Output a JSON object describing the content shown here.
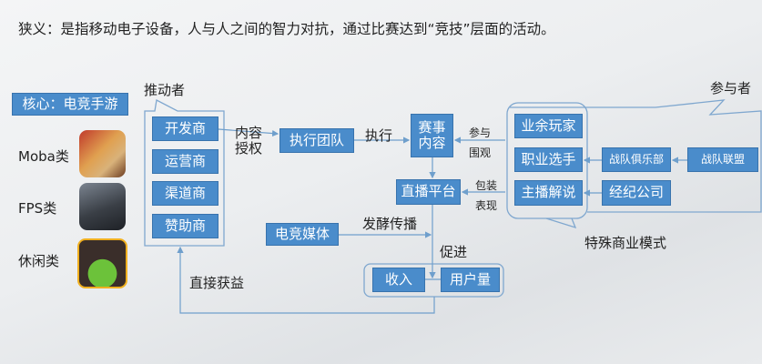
{
  "title": "狭义：是指移动电子设备，人与人之间的智力对抗，通过比赛达到“竞技”层面的活动。",
  "core_label": "核心：电竞手游",
  "game_types": [
    {
      "label": "Moba类",
      "icon": "moba-game-icon"
    },
    {
      "label": "FPS类",
      "icon": "fps-game-icon"
    },
    {
      "label": "休闲类",
      "icon": "casual-game-icon"
    }
  ],
  "promoters": {
    "label": "推动者",
    "items": [
      "开发商",
      "运营商",
      "渠道商",
      "赞助商"
    ]
  },
  "flow": {
    "content_auth": "内容\n授权",
    "exec_team": "执行团队",
    "execute": "执行",
    "event_content": "赛事\n内容",
    "participate": "参与",
    "watch": "围观",
    "live_platform": "直播平台",
    "package": "包装",
    "present": "表现",
    "media": "电竞媒体",
    "spread": "发酵传播",
    "promote": "促进",
    "revenue": "收入",
    "users": "用户量",
    "direct_benefit": "直接获益"
  },
  "participants": {
    "label": "参与者",
    "items": [
      "业余玩家",
      "职业选手",
      "主播解说"
    ],
    "club": "战队俱乐部",
    "league": "战队联盟",
    "agency": "经纪公司",
    "special_model": "特殊商业模式"
  },
  "colors": {
    "box": "#4a8ccb",
    "line": "#6f9fcc"
  }
}
